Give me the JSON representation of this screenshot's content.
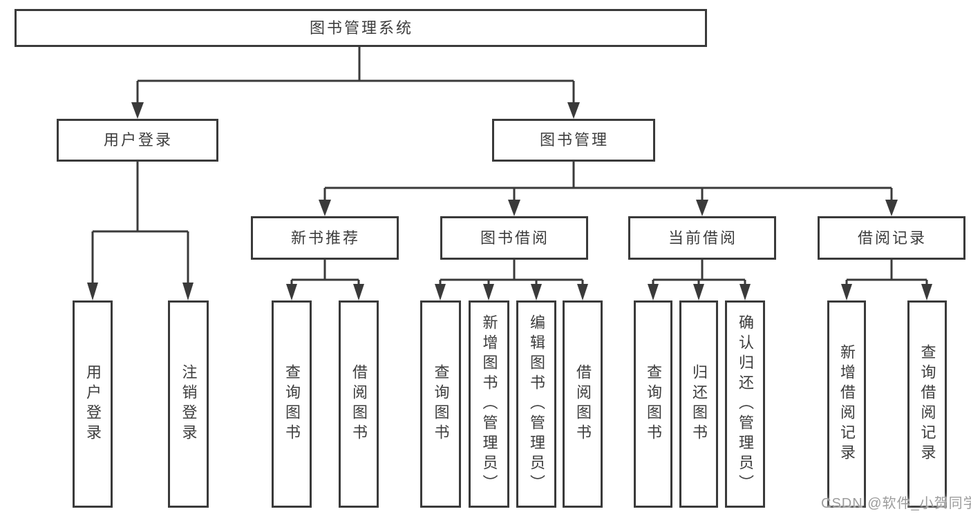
{
  "diagram": {
    "root": {
      "label": "图书管理系统"
    },
    "level2": [
      {
        "label": "用户登录"
      },
      {
        "label": "图书管理"
      }
    ],
    "level3": [
      {
        "label": "新书推荐"
      },
      {
        "label": "图书借阅"
      },
      {
        "label": "当前借阅"
      },
      {
        "label": "借阅记录"
      }
    ],
    "leaves": {
      "user_login": [
        {
          "label": "用户登录"
        },
        {
          "label": "注销登录"
        }
      ],
      "new_book": [
        {
          "label": "查询图书"
        },
        {
          "label": "借阅图书"
        }
      ],
      "book_borrow": [
        {
          "label": "查询图书"
        },
        {
          "label": "新增图书（管理员）"
        },
        {
          "label": "编辑图书（管理员）"
        },
        {
          "label": "借阅图书"
        }
      ],
      "current_borrow": [
        {
          "label": "查询图书"
        },
        {
          "label": "归还图书"
        },
        {
          "label": "确认归还（管理员）"
        }
      ],
      "borrow_records": [
        {
          "label": "新增借阅记录"
        },
        {
          "label": "查询借阅记录"
        }
      ]
    }
  },
  "watermark": {
    "text": "CSDN @软件_小贺同学"
  },
  "colors": {
    "line": "#3a3a3a",
    "box_border": "#3a3a3a",
    "box_fill": "#ffffff",
    "text": "#3d3d3d",
    "watermark": "#9c9c9c",
    "background": "#ffffff"
  }
}
